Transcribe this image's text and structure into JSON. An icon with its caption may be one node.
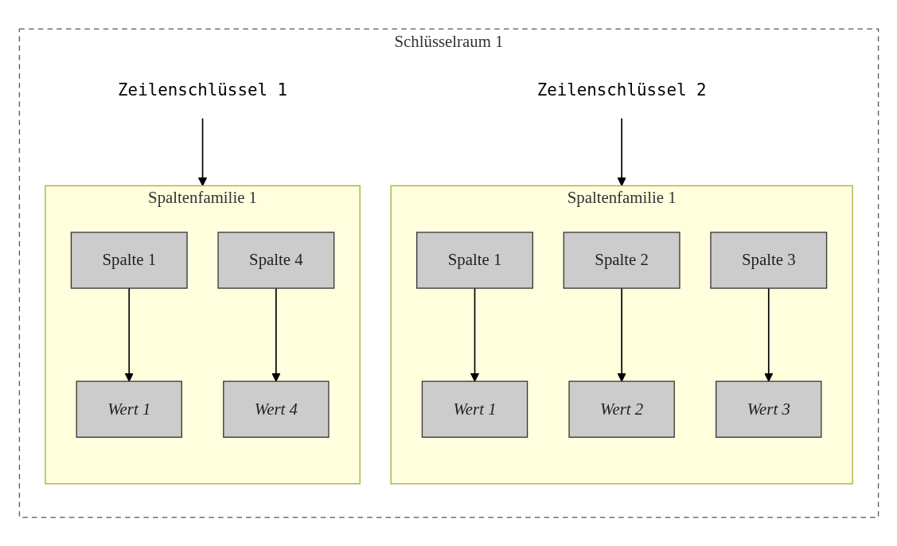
{
  "diagram": {
    "nodes": [
      {
        "text": [
          "Schlüsselraum 1"
        ]
      },
      {
        "text": [
          "Spaltenfamilie 1"
        ],
        "in": 0
      },
      {
        "text": [
          "Spalte 1"
        ],
        "in": 1
      },
      {
        "text": [
          "Spalte 2"
        ],
        "in": 1
      },
      {
        "text": [
          "Spalte 3"
        ],
        "in": 1
      },
      {
        "text": [
          "Wert 1"
        ],
        "in": 1
      },
      {
        "text": [
          "Wert 2"
        ],
        "in": 1
      },
      {
        "text": [
          "Wert 3"
        ],
        "in": 1
      },
      {
        "text": [
          "Zeilenschlüssel 2"
        ],
        "in": 0
      },
      {
        "text": [
          "Spaltenfamilie 1"
        ],
        "in": 0
      },
      {
        "text": [
          "Spalte 1"
        ],
        "in": 9
      },
      {
        "text": [
          "Spalte 4"
        ],
        "in": 9
      },
      {
        "text": [
          "Wert 1"
        ],
        "in": 9
      },
      {
        "text": [
          "Wert 4"
        ],
        "in": 9
      },
      {
        "text": [
          "Zeilenschlüssel 1"
        ],
        "in": 0
      }
    ],
    "edges": [
      {
        "from": 2,
        "to": 5,
        "arrow": "to"
      },
      {
        "from": 3,
        "to": 6,
        "arrow": "to"
      },
      {
        "from": 4,
        "to": 7,
        "arrow": "to"
      },
      {
        "from": 8,
        "to": 1,
        "arrow": "to"
      },
      {
        "from": 10,
        "to": 12,
        "arrow": "to"
      },
      {
        "from": 11,
        "to": 13,
        "arrow": "to"
      },
      {
        "from": 14,
        "to": 9,
        "arrow": "to"
      }
    ]
  }
}
